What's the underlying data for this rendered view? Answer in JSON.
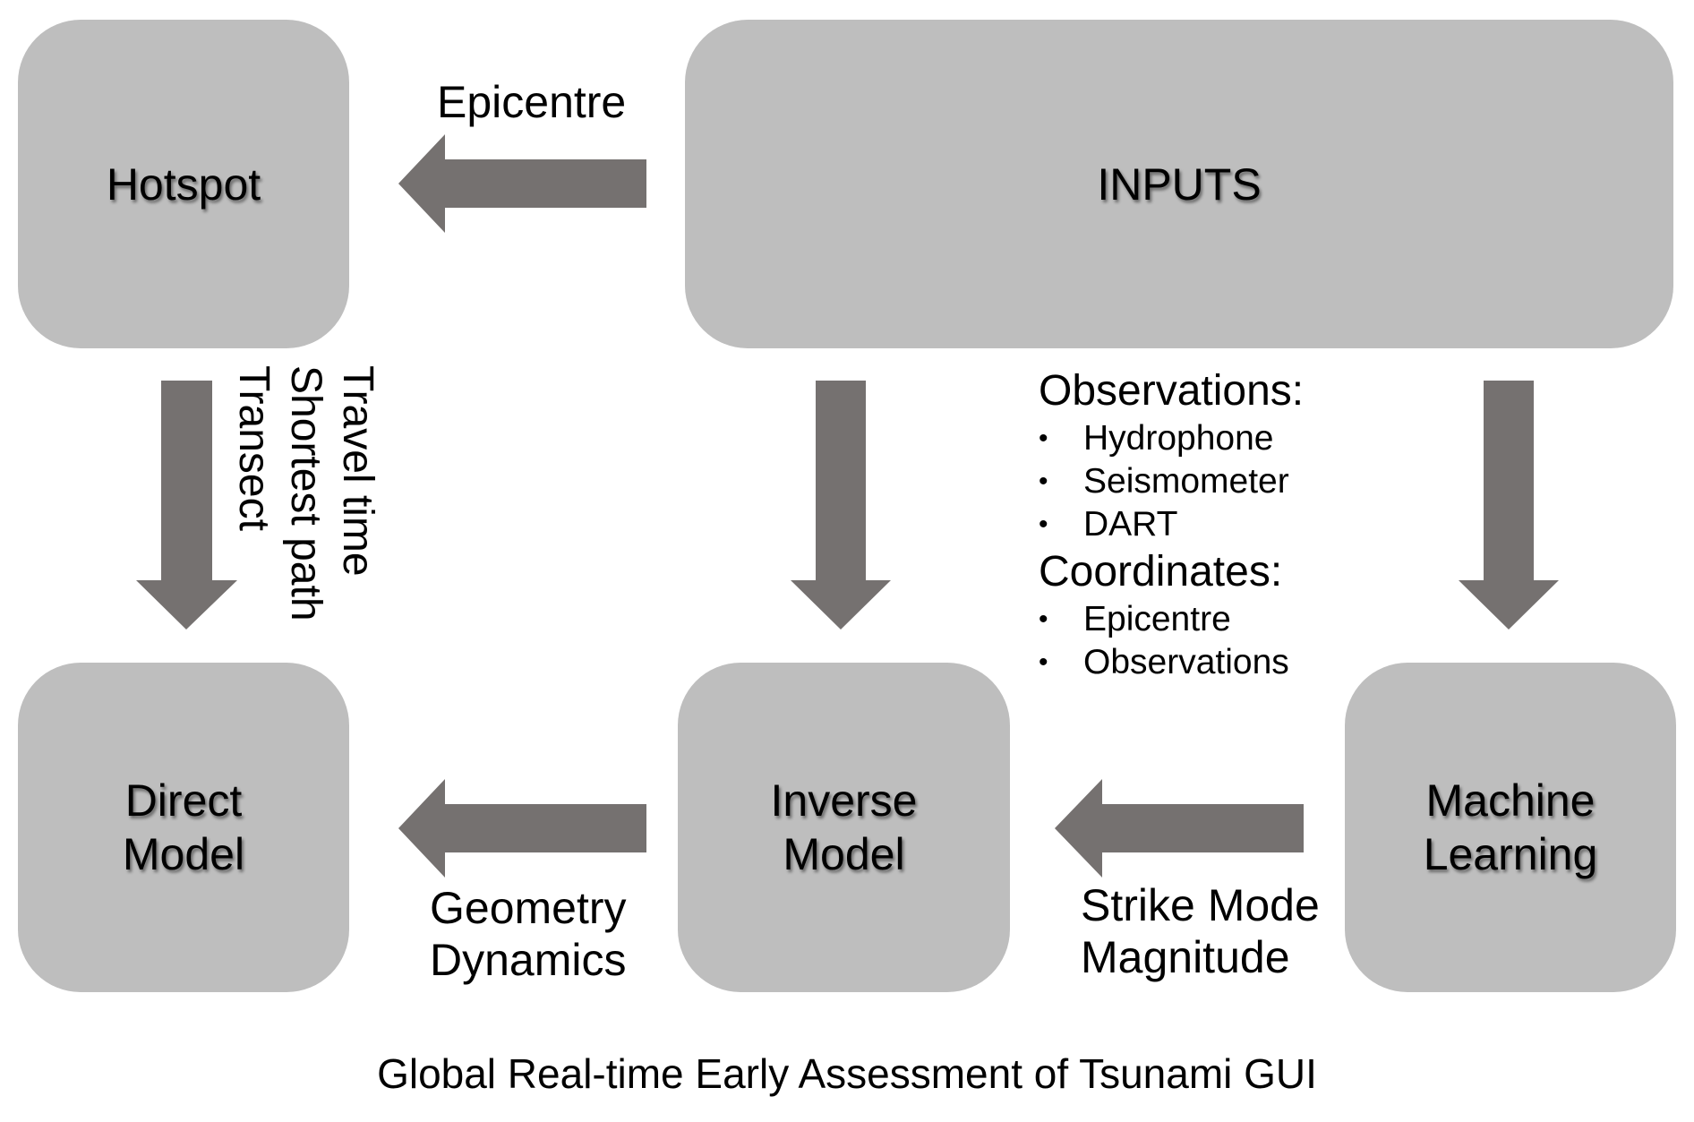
{
  "diagram": {
    "title": "Global Real-time Early Assessment of Tsunami GUI",
    "nodes": {
      "hotspot": "Hotspot",
      "inputs": "INPUTS",
      "direct_model": "Direct\nModel",
      "inverse_model": "Inverse\nModel",
      "machine_learning": "Machine\nLearning"
    },
    "edges": {
      "inputs_to_hotspot": {
        "label": "Epicentre"
      },
      "hotspot_to_direct": {
        "labels": [
          "Travel time",
          "Shortest path",
          "Transect"
        ]
      },
      "inputs_to_inverse": {
        "label": ""
      },
      "inputs_to_ml": {
        "label": ""
      },
      "inverse_to_direct": {
        "labels": [
          "Geometry",
          "Dynamics"
        ]
      },
      "ml_to_inverse": {
        "labels": [
          "Strike Mode",
          "Magnitude"
        ]
      }
    },
    "inputs_detail": {
      "observations_heading": "Observations:",
      "observations": [
        "Hydrophone",
        "Seismometer",
        "DART"
      ],
      "coordinates_heading": "Coordinates:",
      "coordinates": [
        "Epicentre",
        "Observations"
      ],
      "bullet": "•"
    },
    "colors": {
      "box": "#bebebe",
      "arrow": "#757170",
      "text": "#000000"
    }
  }
}
